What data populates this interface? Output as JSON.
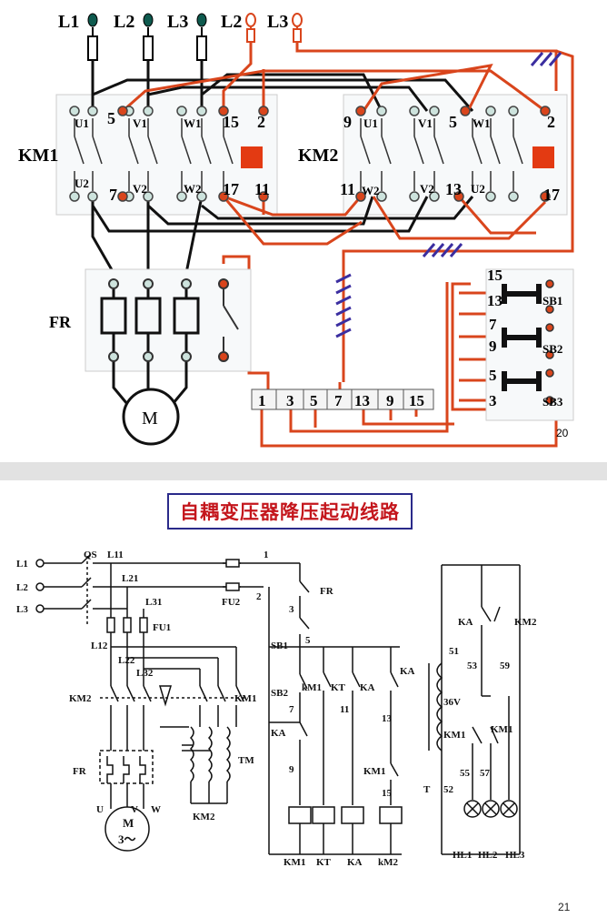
{
  "slide1": {
    "page_number": "20",
    "lines": [
      "L1",
      "L2",
      "L3",
      "L2",
      "L3"
    ],
    "km1": {
      "name": "KM1",
      "top": [
        "U1",
        "5",
        "V1",
        "W1",
        "15",
        "2"
      ],
      "bottom": [
        "U2",
        "7",
        "V2",
        "W2",
        "17",
        "11"
      ]
    },
    "km2": {
      "name": "KM2",
      "top": [
        "9",
        "U1",
        "V1",
        "5",
        "W1",
        "2"
      ],
      "bottom": [
        "11",
        "W2",
        "V2",
        "13",
        "U2",
        "17"
      ]
    },
    "fr": "FR",
    "motor": "M",
    "terminal_strip": [
      "1",
      "3",
      "5",
      "7",
      "13",
      "9",
      "15"
    ],
    "buttons": {
      "sb1": "SB1",
      "sb2": "SB2",
      "sb3": "SB3",
      "left_labels": [
        "15",
        "13",
        "7",
        "9",
        "5",
        "3"
      ]
    }
  },
  "slide2": {
    "title": "自耦变压器降压起动线路",
    "page_number": "21",
    "supply": [
      "L1",
      "L2",
      "L3"
    ],
    "power_labels": {
      "qs": "QS",
      "l11": "L11",
      "l21": "L21",
      "l31": "L31",
      "fu1": "FU1",
      "l12": "L12",
      "l22": "L22",
      "l32": "L32",
      "km2_left": "KM2",
      "km1_right": "KM1",
      "fr": "FR",
      "tm": "TM",
      "km2_bottom": "KM2",
      "u": "U",
      "v": "V",
      "w": "W",
      "motor": "M",
      "motor_phase": "3～"
    },
    "control_labels": {
      "fu2": "FU2",
      "n1": "1",
      "n2": "2",
      "fr": "FR",
      "n3": "3",
      "sb1": "SB1",
      "n5": "5",
      "sb2": "SB2",
      "km1": "kM1",
      "kt": "KT",
      "ka_top": "KA",
      "ka_right": "KA",
      "n7": "7",
      "n11": "11",
      "ka_left": "KA",
      "n13": "13",
      "n9": "9",
      "km1_nc": "KM1",
      "n15": "15"
    },
    "coils": [
      "KM1",
      "KT",
      "KA",
      "kM2"
    ],
    "lamp_circuit": {
      "ka": "KA",
      "km2": "KM2",
      "n51": "51",
      "n53": "53",
      "n59": "59",
      "volt": "36V",
      "km1_a": "KM1",
      "km1_b": "KM1",
      "n55": "55",
      "n57": "57",
      "t": "T",
      "n52": "52",
      "lamps": [
        "HL1",
        "HL2",
        "HL3"
      ]
    }
  },
  "colors": {
    "wire_red": "#d9451c",
    "wire_black": "#111111",
    "title_red": "#c4161c",
    "border_blue": "#2a2a8a",
    "cut_mark": "#3b2ea0"
  }
}
